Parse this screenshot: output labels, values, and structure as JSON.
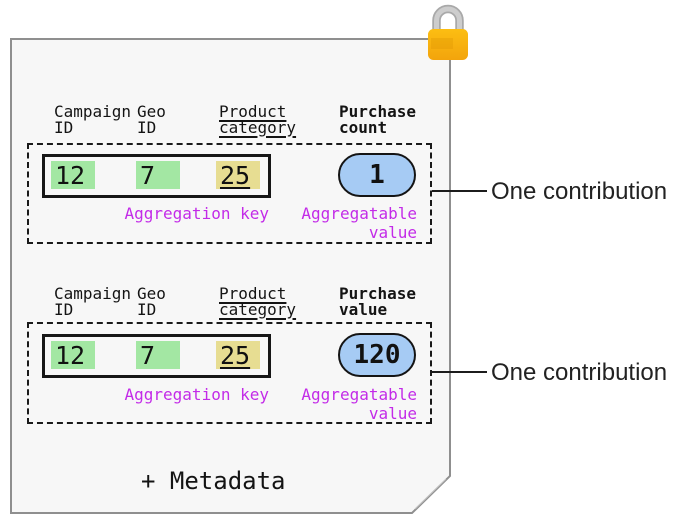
{
  "colors": {
    "sheet_bg": "#F7F7F7",
    "sheet_border": "#8F8F8F",
    "key_green": "#A3E7A3",
    "key_yellow": "#E7DD92",
    "value_blue": "#A6CBF4",
    "label_magenta": "#C32BE8",
    "lock_body_top": "#FCBE12",
    "lock_body_bottom": "#F3A40C",
    "lock_shackle_outer": "#A9A9A9",
    "lock_shackle_inner": "#CDCDCD"
  },
  "groups": [
    {
      "columns": [
        {
          "line1": "Campaign",
          "line2": "ID"
        },
        {
          "line1": "Geo",
          "line2": "ID"
        },
        {
          "line1": "Product",
          "line2": "category"
        },
        {
          "line1": "Purchase",
          "line2": "count"
        }
      ],
      "cells": [
        "12",
        "7",
        "25"
      ],
      "pill_value": "1",
      "aggregation_key_label": "Aggregation key",
      "aggregatable_value_line1": "Aggregatable",
      "aggregatable_value_line2": "value",
      "annotation": "One contribution"
    },
    {
      "columns": [
        {
          "line1": "Campaign",
          "line2": "ID"
        },
        {
          "line1": "Geo",
          "line2": "ID"
        },
        {
          "line1": "Product",
          "line2": "category"
        },
        {
          "line1": "Purchase",
          "line2": "value"
        }
      ],
      "cells": [
        "12",
        "7",
        "25"
      ],
      "pill_value": "120",
      "aggregation_key_label": "Aggregation key",
      "aggregatable_value_line1": "Aggregatable",
      "aggregatable_value_line2": "value",
      "annotation": "One contribution"
    }
  ],
  "footer_label": "+ Metadata"
}
